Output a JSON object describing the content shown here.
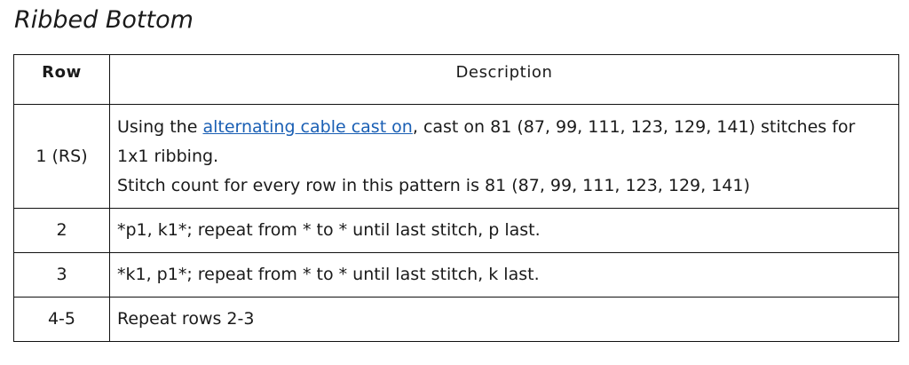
{
  "title": "Ribbed Bottom",
  "table": {
    "headers": {
      "row": "Row",
      "description": "Description"
    },
    "rows": [
      {
        "row": "1 (RS)",
        "desc_prefix": "Using the ",
        "desc_link": "alternating cable cast on",
        "desc_suffix": ", cast on 81 (87, 99, 111, 123, 129, 141) stitches for 1x1 ribbing.",
        "desc_line2": "Stitch count for every row in this pattern is 81 (87, 99, 111, 123, 129, 141)"
      },
      {
        "row": "2",
        "desc": "*p1, k1*; repeat from * to * until last stitch, p last."
      },
      {
        "row": "3",
        "desc": "*k1, p1*; repeat from * to * until last stitch, k last."
      },
      {
        "row": "4-5",
        "desc": "Repeat rows 2-3"
      }
    ]
  },
  "colors": {
    "link": "#1a5fb4",
    "text": "#1a1a1a",
    "border": "#111111"
  }
}
